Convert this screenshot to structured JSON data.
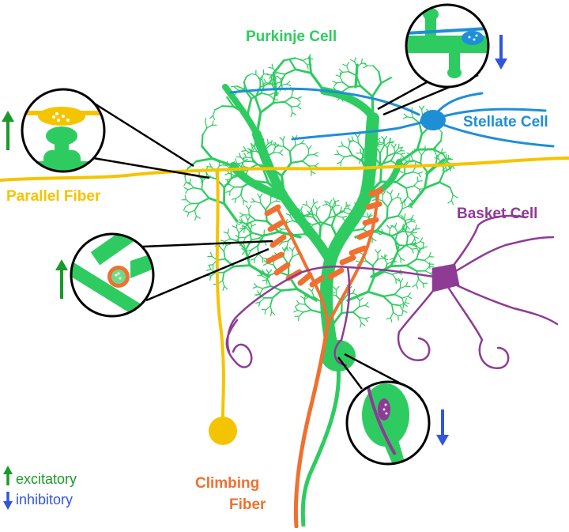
{
  "labels": {
    "purkinje": "Purkinje Cell",
    "stellate": "Stellate Cell",
    "parallel": "Parallel Fiber",
    "basket": "Basket Cell",
    "climbing_line1": "Climbing",
    "climbing_line2": "Fiber"
  },
  "legend": {
    "excitatory": "excitatory",
    "inhibitory": "inhibitory"
  },
  "colors": {
    "purkinje": "#2ecc60",
    "purkinje_dark": "#1ea34a",
    "parallel": "#f5c400",
    "stellate": "#1e8fd6",
    "basket": "#8e3b96",
    "climbing": "#f07030",
    "excitatory_arrow": "#1a9a2a",
    "inhibitory_arrow": "#3355dd"
  }
}
